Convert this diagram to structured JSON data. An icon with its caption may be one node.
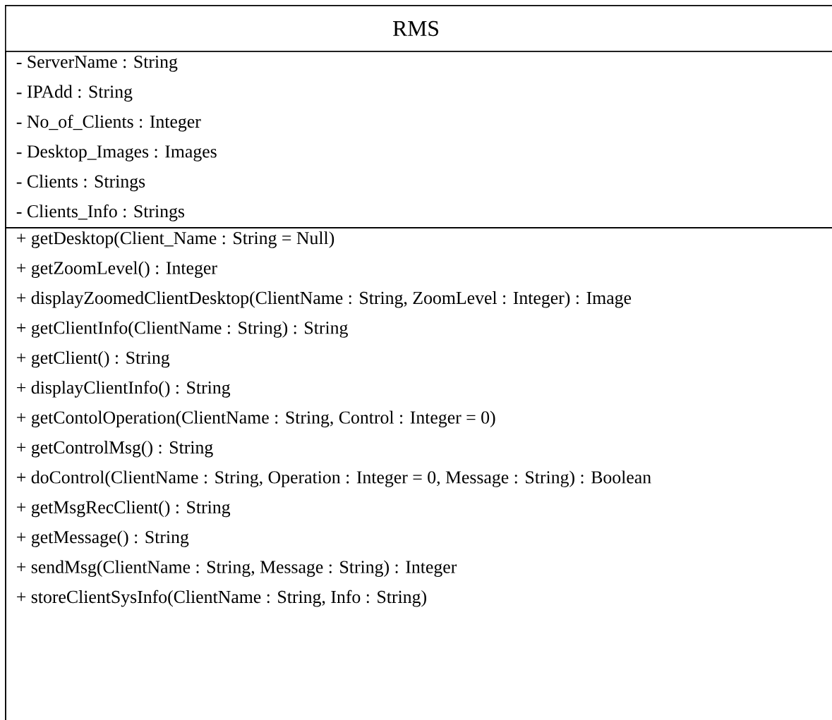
{
  "diagram": {
    "nodes": [
      {
        "text": [
          "RMS"
        ]
      },
      {
        "text": [
          "- ServerName : String",
          "- IPAdd : String",
          "- No_of_Clients : Integer",
          "- Desktop_Images : Images",
          "- Clients : Strings",
          "- Clients_Info : Strings"
        ],
        "in": 0
      },
      {
        "text": [
          "+ getDesktop(Client_Name : String = Null)",
          "+ getZoomLevel() : Integer",
          "+ displayZoomedClientDesktop(ClientName : String, ZoomLevel : Integer) : Image",
          "+ getClientInfo(ClientName : String) : String",
          "+ getClient() : String",
          "+ displayClientInfo() : String",
          "+ getContolOperation(ClientName : String, Control : Integer = 0)",
          "+ getControlMsg() : String",
          "+ doControl(ClientName : String, Operation : Integer = 0, Message : String) : Boolean",
          "+ getMsgRecClient() : String",
          "+ getMessage() : String",
          "+ sendMsg(ClientName : String, Message : String) : Integer",
          "+ storeClientSysInfo(ClientName : String, Info : String)"
        ],
        "in": 0
      }
    ]
  }
}
